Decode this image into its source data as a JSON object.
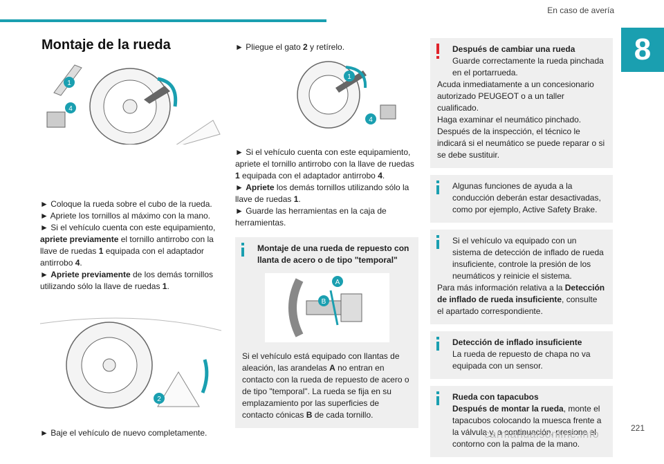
{
  "header": {
    "title": "En caso de avería",
    "chapter": "8",
    "page_number": "221"
  },
  "colors": {
    "accent": "#1a9fb0",
    "warning_red": "#e0232b",
    "info_teal": "#1a9fb0",
    "box_bg": "#efefef"
  },
  "col1": {
    "title": "Montaje de la rueda",
    "fig1_callouts": [
      "1",
      "4"
    ],
    "steps": [
      {
        "bullet": "►",
        "text": "Coloque la rueda sobre el cubo de la rueda."
      },
      {
        "bullet": "►",
        "text": "Apriete los tornillos al máximo con la mano."
      },
      {
        "bullet": "►",
        "pre": "Si el vehículo cuenta con este equipamiento,",
        "bold": "apriete previamente",
        "post": "el tornillo antirrobo con la llave de ruedas",
        "b1": "1",
        "mid": "equipada con el adaptador antirrobo",
        "b2": "4",
        "end": "."
      },
      {
        "bullet": "►",
        "bold": "Apriete previamente",
        "post": "de los demás tornillos utilizando sólo la llave de ruedas",
        "b1": "1",
        "end": "."
      }
    ],
    "fig2_callouts": [
      "2"
    ],
    "final_step": {
      "bullet": "►",
      "text": "Baje el vehículo de nuevo completamente."
    }
  },
  "col2": {
    "step1": {
      "bullet": "►",
      "pre": "Pliegue el gato",
      "b": "2",
      "post": "y retírelo."
    },
    "fig_callouts": [
      "1",
      "4"
    ],
    "step2": {
      "bullet": "►",
      "pre": "Si el vehículo cuenta con este equipamiento, apriete el tornillo antirrobo con la llave de ruedas",
      "b1": "1",
      "mid": "equipada con el adaptador antirrobo",
      "b2": "4",
      "end": "."
    },
    "step3": {
      "bullet": "►",
      "bold": "Apriete",
      "post": "los demás tornillos utilizando sólo la llave de ruedas",
      "b1": "1",
      "end": "."
    },
    "step4": {
      "bullet": "►",
      "text": "Guarde las herramientas en la caja de herramientas."
    },
    "infobox": {
      "title": "Montaje de una rueda de repuesto con llanta de acero o de tipo \"temporal\"",
      "fig_labels": [
        "A",
        "B"
      ],
      "t1": "Si el vehículo está equipado con llantas de aleación, las arandelas",
      "bA": "A",
      "t2": "no entran en contacto con la rueda de repuesto de acero o de tipo \"temporal\". La rueda se fija en su emplazamiento por las superficies de contacto cónicas",
      "bB": "B",
      "t3": "de cada tornillo."
    }
  },
  "col3": {
    "warning": {
      "title": "Después de cambiar una rueda",
      "lines": "Guarde correctamente la rueda pinchada en el portarrueda.",
      "p2": "Acuda inmediatamente a un concesionario autorizado PEUGEOT o a un taller cualificado.",
      "p3": "Haga examinar el neumático pinchado. Después de la inspección, el técnico le indicará si el neumático se puede reparar o si se debe sustituir."
    },
    "info1": {
      "text": "Algunas funciones de ayuda a la conducción deberán estar desactivadas, como por ejemplo, Active Safety Brake."
    },
    "info2": {
      "t1": "Si el vehículo va equipado con un sistema de detección de inflado de rueda insuficiente, controle la presión de los neumáticos y reinicie el sistema.",
      "t2": "Para más información relativa a la",
      "b": "Detección de inflado de rueda insuficiente",
      "t3": ", consulte el apartado correspondiente."
    },
    "info3": {
      "title": "Detección de inflado insuficiente",
      "text": "La rueda de repuesto de chapa no va equipada con un sensor."
    },
    "info4": {
      "title": "Rueda con tapacubos",
      "bold": "Después de montar la rueda",
      "text": ", monte el tapacubos colocando la muesca frente a la válvula y, a continuación, presione el contorno con la palma de la mano."
    }
  },
  "watermark": "carmanualsonline.info"
}
